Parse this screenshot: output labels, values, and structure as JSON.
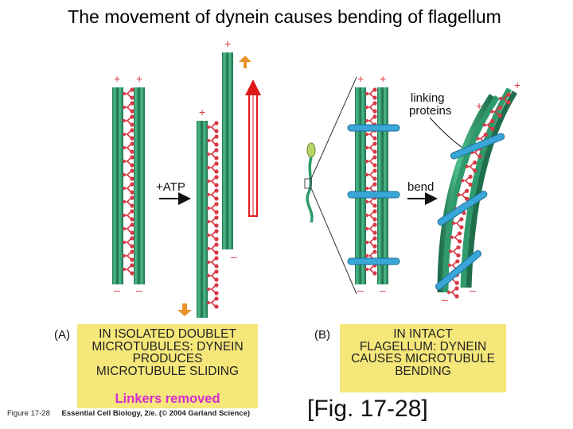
{
  "title": "The movement of dynein causes bending of flagellum",
  "panel_a": {
    "label": "(A)",
    "atp_label": "+ATP",
    "caption_lines": [
      "IN ISOLATED DOUBLET",
      "MICROTUBULES: DYNEIN",
      "PRODUCES",
      "MICROTUBULE SLIDING"
    ],
    "linkers_note": "Linkers removed"
  },
  "panel_b": {
    "label": "(B)",
    "linking_label_lines": [
      "linking",
      "proteins"
    ],
    "bend_label": "bend",
    "caption_lines": [
      "IN INTACT",
      "FLAGELLUM: DYNEIN",
      "CAUSES MICROTUBULE",
      "BENDING"
    ]
  },
  "polarity": {
    "plus": "+",
    "minus": "–"
  },
  "credit": {
    "figure": "Figure 17-28",
    "book": "Essential Cell Biology, 2/e. (© 2004 Garland Science)"
  },
  "figure_ref": "[Fig. 17-28]",
  "colors": {
    "microtubule": "#2f9a6c",
    "microtubule_dark": "#1e6e4c",
    "dynein": "#d83a46",
    "linker": "#3aa6d8",
    "caption_bg": "#f5e77a",
    "orange_arrow": "#e9922a",
    "red_arrow": "#e01818",
    "linkers_text": "#d62ad0"
  }
}
